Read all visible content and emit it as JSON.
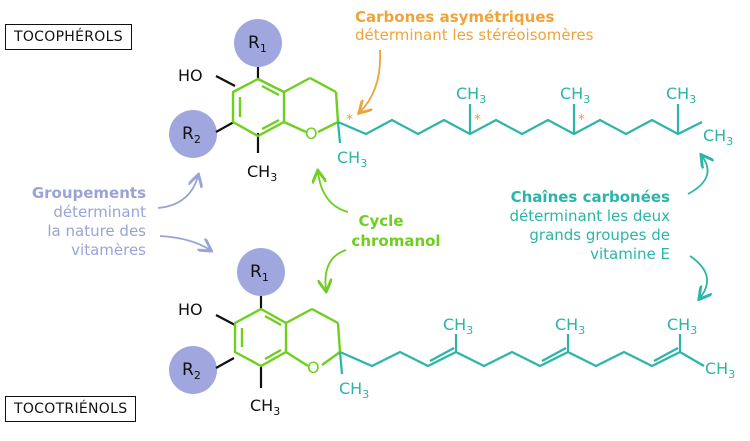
{
  "labels": {
    "tocopherols": "TOCOPHÉROLS",
    "tocotrienols": "TOCOTRIÉNOLS"
  },
  "annotations": {
    "asym_line1": "Carbones asymétriques",
    "asym_line2": "déterminant les stéréoisomères",
    "groups_line1": "Groupements",
    "groups_line2": "déterminant",
    "groups_line3": "la nature des",
    "groups_line4": "vitamères",
    "cycle_line1": "Cycle",
    "cycle_line2": "chromanol",
    "chains_line1": "Chaînes carbonées",
    "chains_line2": "déterminant les deux",
    "chains_line3": "grands groupes de",
    "chains_line4": "vitamine E"
  },
  "atoms": {
    "ho": "HO",
    "o": "O",
    "r": "R",
    "sub1": "1",
    "sub2": "2",
    "c": "C",
    "h": "H",
    "sub3": "3",
    "asterisk": "*"
  },
  "colors": {
    "teal": "#2bb5a8",
    "green": "#6ecf1e",
    "orange": "#f0a33a",
    "lavender": "#9aa3d6",
    "circle": "#8f98d9"
  }
}
